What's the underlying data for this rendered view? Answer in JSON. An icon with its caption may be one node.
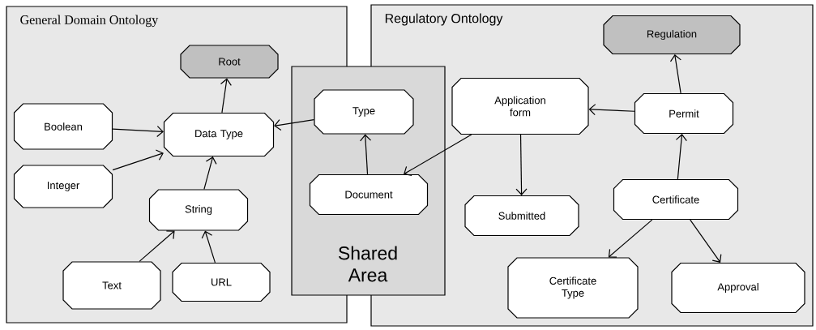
{
  "diagram": {
    "nodes": [
      {
        "text": [
          "General Domain Ontology"
        ]
      },
      {
        "text": [
          "Root"
        ],
        "in": 0
      },
      {
        "text": [
          "Boolean"
        ],
        "in": 0
      },
      {
        "text": [
          "Data Type"
        ],
        "in": 0
      },
      {
        "text": [
          "Integer"
        ],
        "in": 0
      },
      {
        "text": [
          "String"
        ],
        "in": 0
      },
      {
        "text": [
          "Text"
        ],
        "in": 0
      },
      {
        "text": [
          "URL"
        ],
        "in": 0
      },
      {
        "text": [
          "Shared Area"
        ]
      },
      {
        "text": [
          "Type"
        ],
        "in": 8
      },
      {
        "text": [
          "Document"
        ],
        "in": 8
      },
      {
        "text": [
          "Regulatory Ontology"
        ]
      },
      {
        "text": [
          "Regulation"
        ],
        "in": 11
      },
      {
        "text": [
          "Application form"
        ],
        "in": 11
      },
      {
        "text": [
          "Permit"
        ],
        "in": 11
      },
      {
        "text": [
          "Certificate"
        ],
        "in": 11
      },
      {
        "text": [
          "Submitted"
        ],
        "in": 11
      },
      {
        "text": [
          "Certificate Type"
        ],
        "in": 11
      },
      {
        "text": [
          "Approval"
        ],
        "in": 11
      }
    ],
    "edges": [
      {
        "from": 3,
        "to": 1,
        "arrow": "to"
      },
      {
        "from": 2,
        "to": 3,
        "arrow": "to"
      },
      {
        "from": 4,
        "to": 3,
        "arrow": "to"
      },
      {
        "from": 5,
        "to": 3,
        "arrow": "to"
      },
      {
        "from": 6,
        "to": 5,
        "arrow": "to"
      },
      {
        "from": 7,
        "to": 5,
        "arrow": "to"
      },
      {
        "from": 9,
        "to": 3,
        "arrow": "to"
      },
      {
        "from": 10,
        "to": 9,
        "arrow": "to"
      },
      {
        "from": 13,
        "to": 10,
        "arrow": "to"
      },
      {
        "from": 13,
        "to": 16,
        "arrow": "to"
      },
      {
        "from": 14,
        "to": 13,
        "arrow": "to"
      },
      {
        "from": 14,
        "to": 12,
        "arrow": "to"
      },
      {
        "from": 15,
        "to": 14,
        "arrow": "to"
      },
      {
        "from": 15,
        "to": 17,
        "arrow": "to"
      },
      {
        "from": 15,
        "to": 18,
        "arrow": "to"
      }
    ]
  }
}
